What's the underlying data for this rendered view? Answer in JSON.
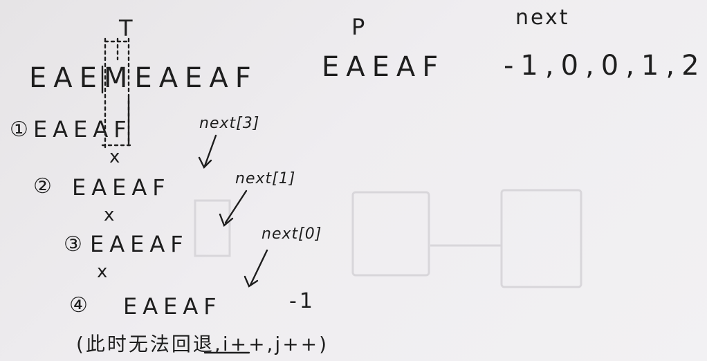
{
  "headings": {
    "text_label": "T",
    "pattern_label": "P",
    "next_label": "next"
  },
  "top_row": {
    "text": "EAEMEAEAF",
    "pattern": "EAEAF",
    "next_values": "-1,0,0,1,2"
  },
  "steps": [
    {
      "marker": "①",
      "text": "EAEAF",
      "pointer": "next[3]",
      "mismatch": "x"
    },
    {
      "marker": "②",
      "text": "EAEAF",
      "pointer": "next[1]",
      "mismatch": "x"
    },
    {
      "marker": "③",
      "text": "EAEAF",
      "pointer": "next[0]",
      "mismatch": "x"
    },
    {
      "marker": "④",
      "text": "EAEAF",
      "pointer": "-1"
    }
  ],
  "note": "(此时无法回退,i++,j++)"
}
